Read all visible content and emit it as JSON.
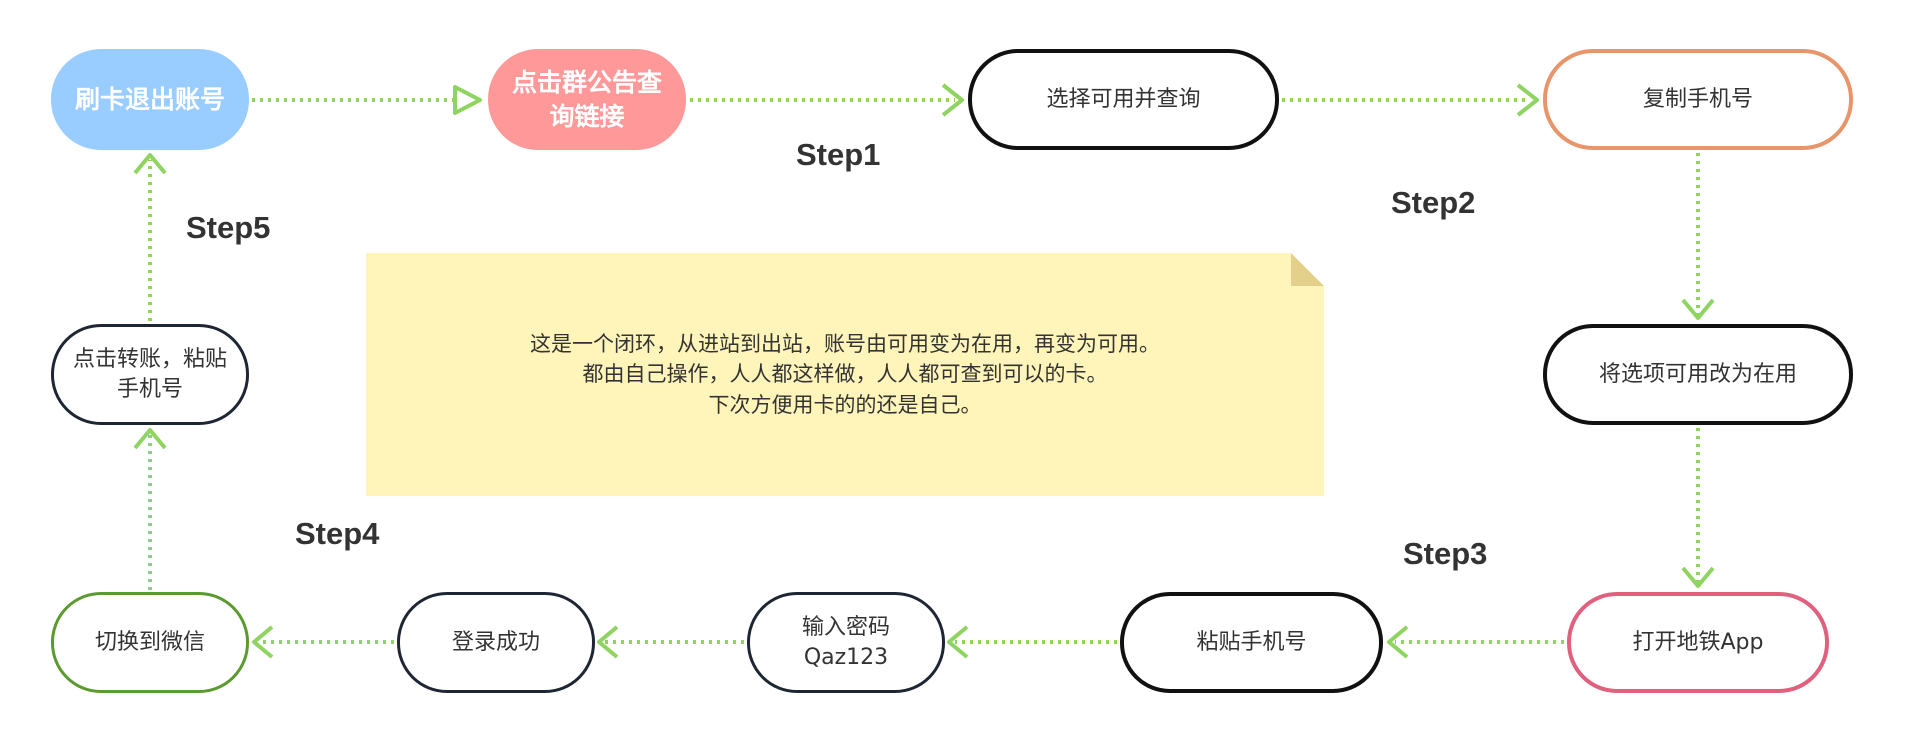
{
  "nodes": {
    "swipe_exit": "刷卡退出账号",
    "click_notice": "点击群公告查询链接",
    "select_query": "选择可用并查询",
    "copy_phone": "复制手机号",
    "change_status": "将选项可用改为在用",
    "open_app": "打开地铁App",
    "paste_phone": "粘贴手机号",
    "enter_password": "输入密码 Qaz123",
    "login_success": "登录成功",
    "switch_wechat": "切换到微信",
    "transfer_paste": "点击转账，粘贴手机号"
  },
  "steps": {
    "step1": "Step1",
    "step2": "Step2",
    "step3": "Step3",
    "step4": "Step4",
    "step5": "Step5"
  },
  "note": {
    "line1": "这是一个闭环，从进站到出站，账号由可用变为在用，再变为可用。",
    "line2": "都由自己操作，人人都这样做，人人都可查到可以的卡。",
    "line3": "下次方便用卡的的还是自己。"
  },
  "colors": {
    "arrow": "#8fd460",
    "blue": "#99ccff",
    "pink": "#ff9999",
    "orange": "#e8956a",
    "red": "#e0607e",
    "green": "#5b9a2f",
    "dark": "#1f2633"
  }
}
